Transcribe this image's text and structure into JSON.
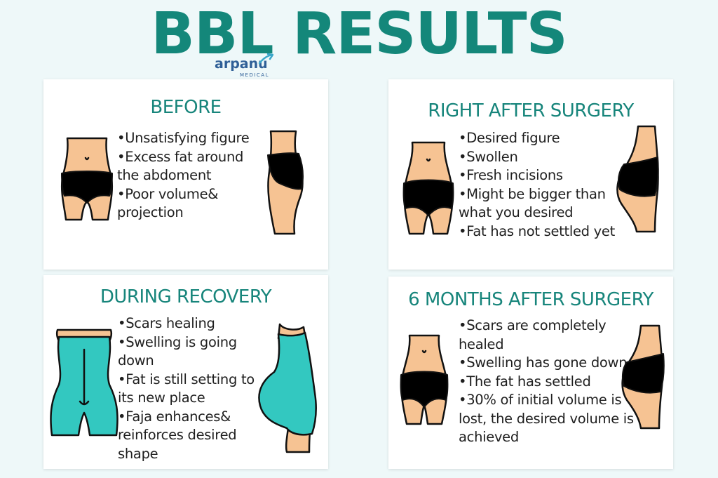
{
  "page_title": "BBL RESULTS",
  "logo": {
    "word": "arpanu",
    "sub": "MEDICAL"
  },
  "colors": {
    "accent": "#14877a",
    "background": "#eef8f9",
    "faja": "#33c8c0"
  },
  "cards": [
    {
      "title": "BEFORE",
      "items": [
        "•Unsatisfying figure",
        "•Excess fat around the abdoment",
        "•Poor volume& projection"
      ]
    },
    {
      "title": "RIGHT AFTER SURGERY",
      "items": [
        "•Desired figure",
        "•Swollen",
        "•Fresh incisions",
        "•Might be bigger than what you desired",
        "•Fat has not settled yet"
      ]
    },
    {
      "title": "DURING RECOVERY",
      "items": [
        "•Scars healing",
        "•Swelling is going down",
        "•Fat is still setting to its new place",
        "•Faja enhances& reinforces desired shape"
      ]
    },
    {
      "title": "6 MONTHS AFTER SURGERY",
      "items": [
        "•Scars are completely healed",
        "•Swelling has gone down",
        "•The fat has settled",
        "•30% of initial volume is lost, the desired volume is achieved"
      ]
    }
  ]
}
